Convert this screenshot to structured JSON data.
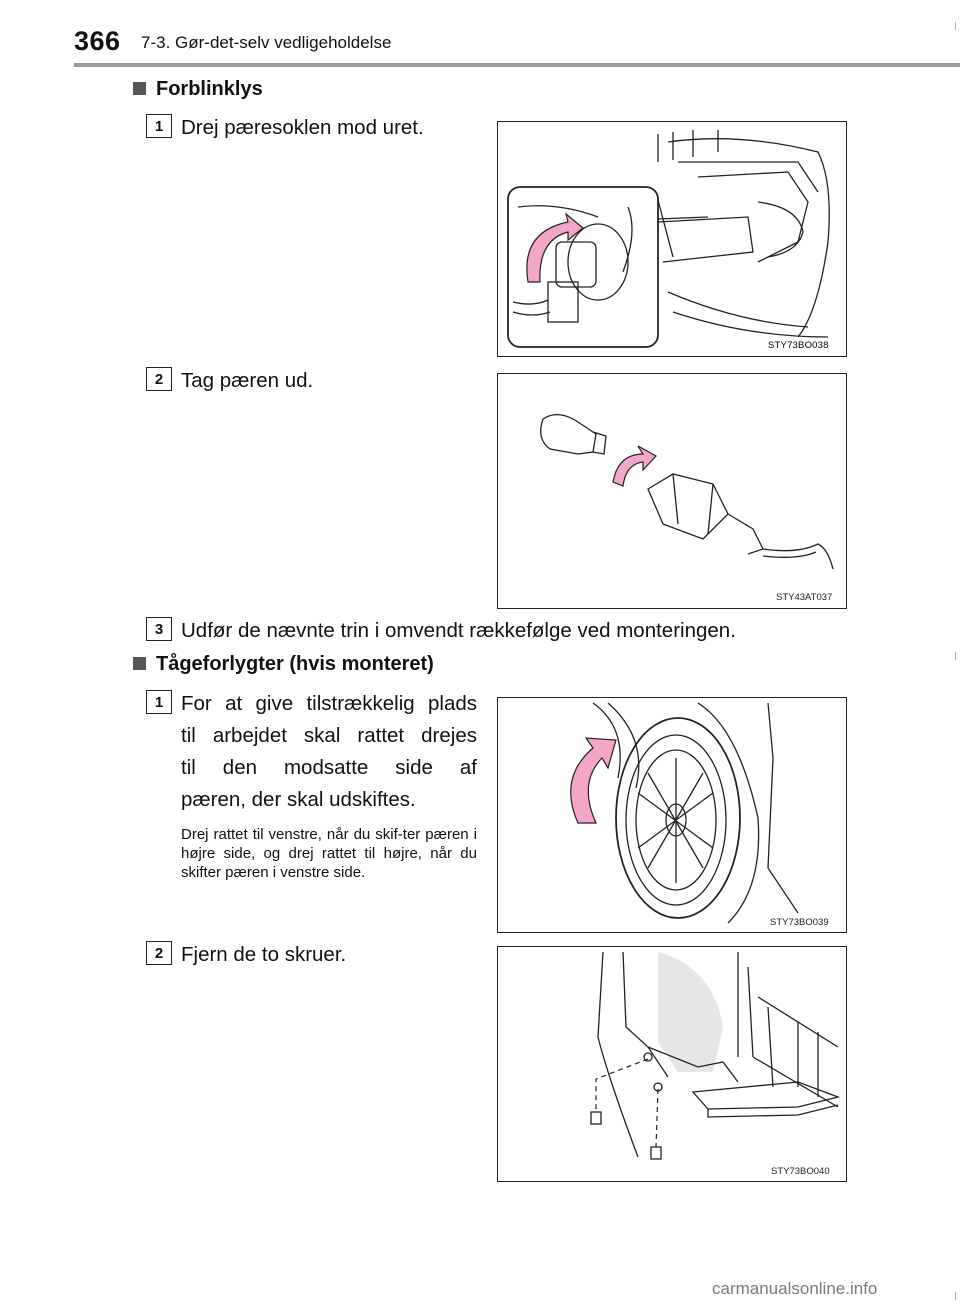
{
  "header": {
    "page_number": "366",
    "chapter": "7-3. Gør-det-selv vedligeholdelse"
  },
  "sections": [
    {
      "heading": "Forblinklys",
      "steps": [
        {
          "number": "1",
          "text": "Drej pæresoklen mod uret.",
          "figure_code": "STY73BO038"
        },
        {
          "number": "2",
          "text": "Tag pæren ud.",
          "figure_code": "STY43AT037"
        },
        {
          "number": "3",
          "text": "Udfør de nævnte trin i omvendt rækkefølge ved monteringen."
        }
      ]
    },
    {
      "heading": "Tågeforlygter (hvis monteret)",
      "steps": [
        {
          "number": "1",
          "text_lines": [
            "For at give tilstrækkelig plads",
            "til arbejdet skal rattet drejes",
            "til den modsatte side af",
            "pæren, der skal udskiftes."
          ],
          "note": "Drej rattet til venstre, når du skif-ter pæren i højre side, og drej rattet til højre, når du skifter pæren i venstre side.",
          "figure_code": "STY73BO039"
        },
        {
          "number": "2",
          "text": "Fjern de to skruer.",
          "figure_code": "STY73BO040"
        }
      ]
    }
  ],
  "watermark": "carmanualsonline.info",
  "colors": {
    "arrow_pink": "#f4a6c8",
    "rule_gray": "#9a9a9a"
  }
}
